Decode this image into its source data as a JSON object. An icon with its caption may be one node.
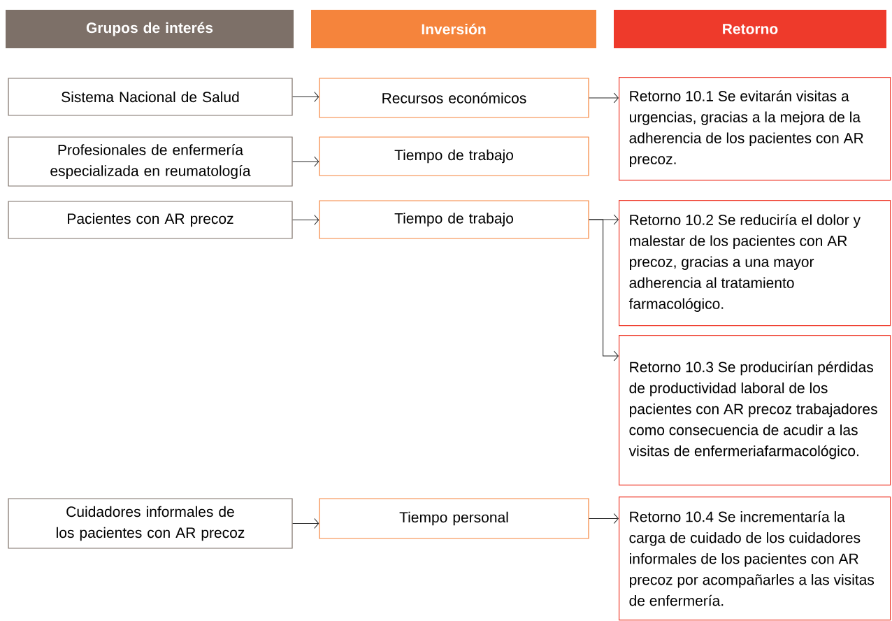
{
  "diagram": {
    "nodes": [
      {
        "text": [
          "Grupos de interés"
        ]
      },
      {
        "text": [
          "Inversión"
        ]
      },
      {
        "text": [
          "Retorno"
        ]
      },
      {
        "text": [
          "Sistema Nacional de Salud"
        ]
      },
      {
        "text": [
          "Recursos económicos"
        ]
      },
      {
        "text": [
          "Retorno 10.1 Se evitarán visitas a urgencias, gracias a la mejora de la adherencia de los pacientes con AR precoz."
        ]
      },
      {
        "text": [
          "Profesionales de enfermería especializada en reumatología"
        ]
      },
      {
        "text": [
          "Tiempo de trabajo"
        ]
      },
      {
        "text": [
          "Pacientes con AR precoz"
        ]
      },
      {
        "text": [
          "Tiempo de trabajo"
        ]
      },
      {
        "text": [
          "Retorno 10.2 Se reduciría el dolor y malestar de los pacientes con AR precoz, gracias a una mayor adherencia al tratamiento farmacológico."
        ]
      },
      {
        "text": [
          "Retorno 10.3 Se producirían pérdidas de productividad laboral de los pacientes con AR precoz trabajadores como consecuencia de acudir a las visitas de enfermeriafarmacológico."
        ]
      },
      {
        "text": [
          "Cuidadores informales de los pacientes con AR precoz"
        ]
      },
      {
        "text": [
          "Tiempo personal"
        ]
      },
      {
        "text": [
          "Retorno 10.4 Se incrementaría la carga de cuidado de los cuidadores informales de los pacientes con AR precoz por acompañarles a las visitas de enfermería."
        ]
      }
    ],
    "edges": [
      {
        "from": 3,
        "to": 4,
        "arrow": "to"
      },
      {
        "from": 4,
        "to": 5,
        "arrow": "to"
      },
      {
        "from": 6,
        "to": 7,
        "arrow": "to"
      },
      {
        "from": 8,
        "to": 9,
        "arrow": "to"
      },
      {
        "from": 9,
        "to": 10,
        "arrow": "to"
      },
      {
        "from": 9,
        "to": 11,
        "arrow": "to"
      },
      {
        "from": 12,
        "to": 13,
        "arrow": "to"
      },
      {
        "from": 13,
        "to": 14,
        "arrow": "to"
      }
    ]
  }
}
